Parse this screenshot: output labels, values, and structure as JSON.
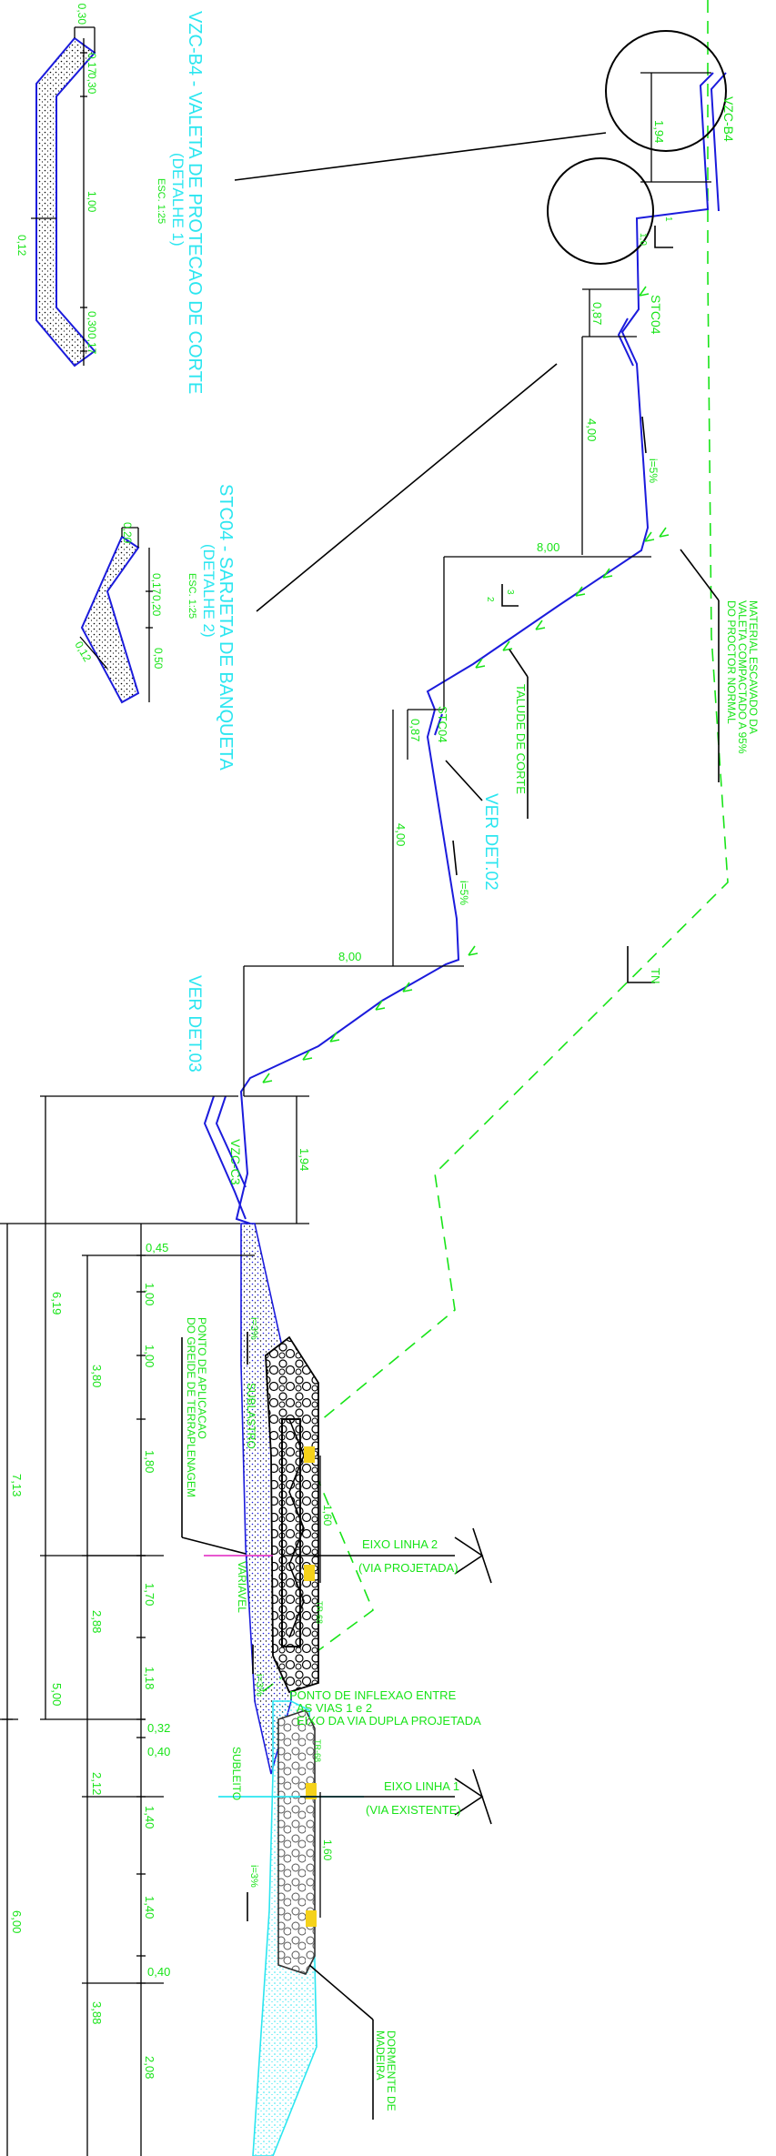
{
  "detail1": {
    "title": "VZC-B4 - VALETA DE PROTECAO DE CORTE",
    "subtitle": "(DETALHE 1)",
    "scale": "ESC. 1:25",
    "dims": [
      "0,30",
      "0,17",
      "0,30",
      "1,00",
      "0,12",
      "0,30",
      "0,17"
    ]
  },
  "detail2": {
    "title": "STC04 - SARJETA DE BANQUETA",
    "subtitle": "(DETALHE 2)",
    "scale": "ESC. 1:25",
    "dims": [
      "0,20",
      "0,17",
      "0,20",
      "0,50",
      "0,12"
    ]
  },
  "circle_labels": {
    "vzc_b4": "VZC-B4",
    "stc04": "STC04"
  },
  "slope": {
    "ratio_a": "1,0",
    "ratio_b": "1",
    "ratio_c": "3",
    "ratio_d": "2"
  },
  "profile": {
    "dims": [
      "1,94",
      "0,87",
      "4,00",
      "8,00",
      "0,87",
      "4,00",
      "8,00",
      "1,94"
    ],
    "slopes": [
      "i=5%",
      "i=5%",
      "i=3%",
      "i=3%",
      "i=3%"
    ],
    "labels": {
      "stc04_a": "STC04",
      "stc04_b": "STC04",
      "ver_det02": "VER DET.02",
      "ver_det03": "VER DET.03",
      "vzc_c3": "VZC-C3",
      "talude": "TALUDE DE CORTE",
      "tn": "TN",
      "material1": "MATERIAL ESCAVADO DA",
      "material2": "VALETA COMPACTADO A 95%",
      "material3": "DO PROCTOR NORMAL"
    }
  },
  "section": {
    "left_dims": [
      "6,19",
      "7,13",
      "5,00",
      "6,00"
    ],
    "mid_dims": [
      "3,80",
      "2,88",
      "2,12",
      "3,88"
    ],
    "inner_dims": [
      "0,45",
      "1,00",
      "1,00",
      "1,80",
      "1,70",
      "1,18",
      "0,32",
      "0,40",
      "1,40",
      "1,40",
      "0,40",
      "2,08"
    ],
    "gauge": [
      "1,60",
      "1,60"
    ],
    "sleepers": [
      "TR-68",
      "TR-68"
    ],
    "labels": {
      "ponto1": "PONTO DE APLICACAO",
      "ponto2": "DO GREIDE DE TERRAPLENAGEM",
      "sublastro": "SUBLASTRO",
      "variavel": "VARIAVEL",
      "subleito": "SUBLEITO",
      "eixo2": "EIXO LINHA 2",
      "eixo2b": "(VIA PROJETADA)",
      "eixo1": "EIXO LINHA 1",
      "eixo1b": "(VIA EXISTENTE)",
      "inflexao1": "PONTO DE INFLEXAO ENTRE",
      "inflexao2": "AS VIAS 1 e 2",
      "eixo_dupla": "EIXO DA VIA DUPLA PROJETADA",
      "dormente1": "DORMENTE DE",
      "dormente2": "MADEIRA"
    }
  }
}
